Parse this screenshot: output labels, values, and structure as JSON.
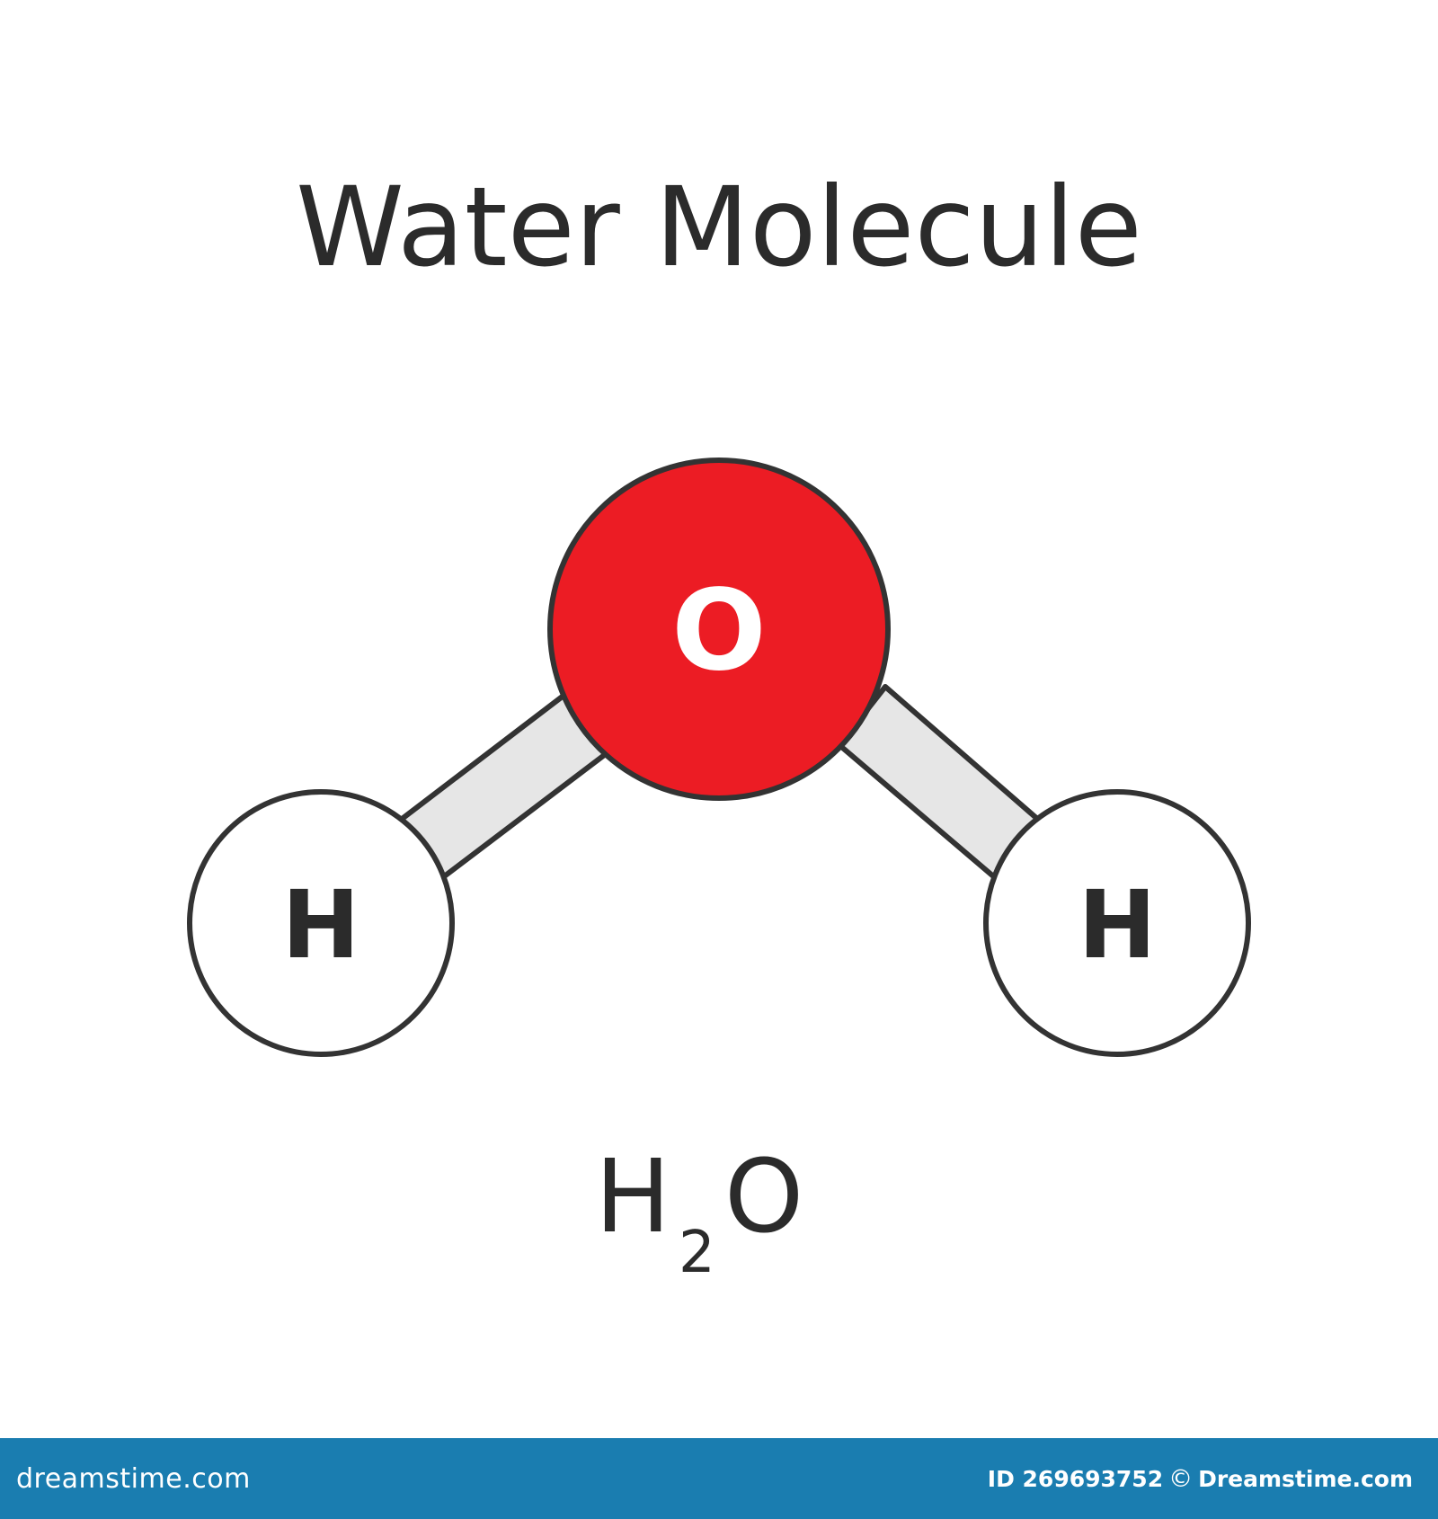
{
  "title": "Water Molecule",
  "atoms": {
    "oxygen": {
      "symbol": "O",
      "fill": "#ec1c24",
      "label_color": "#ffffff"
    },
    "hydrogen_left": {
      "symbol": "H",
      "fill": "#ffffff",
      "label_color": "#2b2b2b"
    },
    "hydrogen_right": {
      "symbol": "H",
      "fill": "#ffffff",
      "label_color": "#2b2b2b"
    }
  },
  "bond_color": "#e6e6e6",
  "outline_color": "#333333",
  "formula": {
    "h": "H",
    "subscript": "2",
    "o": "O"
  },
  "footer": {
    "site": "dreamstime.com",
    "id_text": "ID 269693752",
    "copyright_icon": "©",
    "brand": "Dreamstime.com",
    "background": "#1a7db0"
  }
}
